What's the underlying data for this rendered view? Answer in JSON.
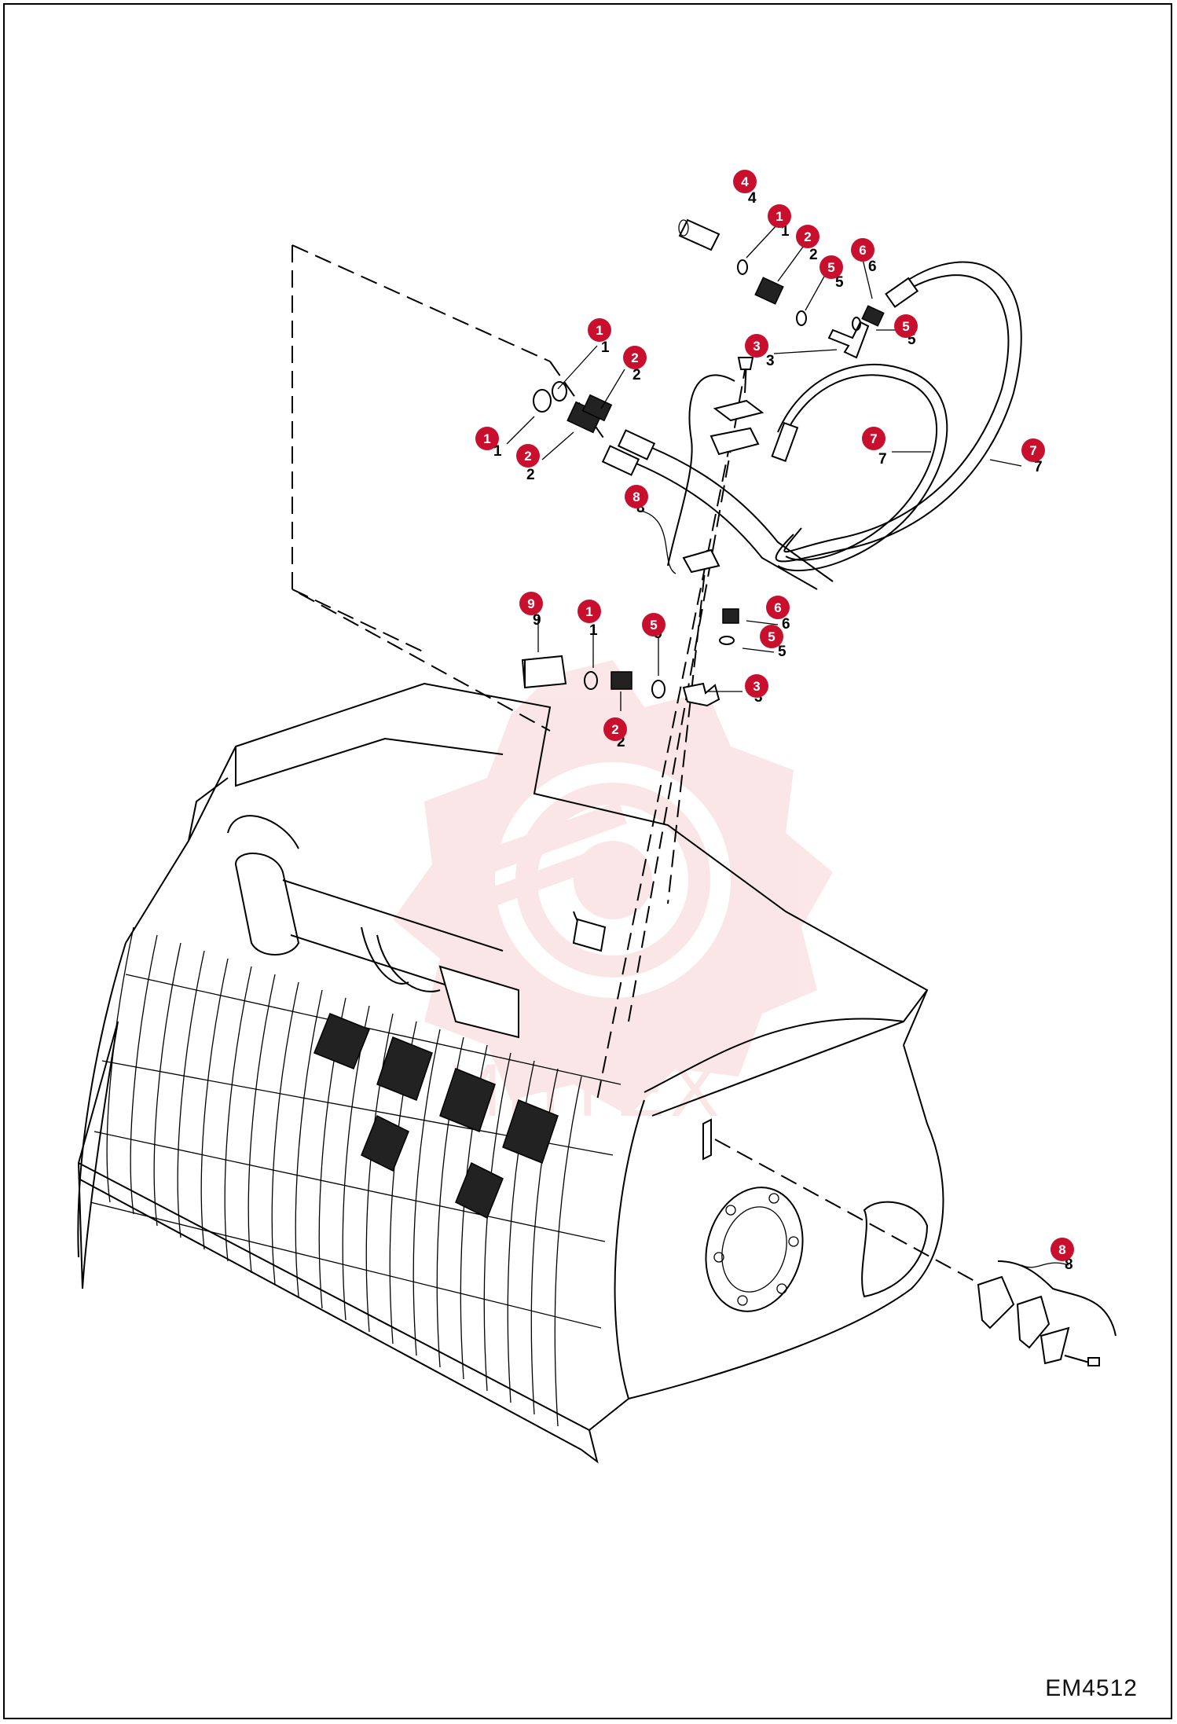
{
  "drawing_code": "EM4512",
  "watermark_text": "ИНТЕХ",
  "colors": {
    "callout_fill": "#c8102e",
    "callout_text": "#ffffff",
    "line": "#000000",
    "watermark": "#f3b9b9"
  },
  "callouts": [
    {
      "id": "c4a",
      "label": "4"
    },
    {
      "id": "c1a",
      "label": "1"
    },
    {
      "id": "c2a",
      "label": "2"
    },
    {
      "id": "c5a",
      "label": "5"
    },
    {
      "id": "c6a",
      "label": "6"
    },
    {
      "id": "c5b",
      "label": "5"
    },
    {
      "id": "c1b",
      "label": "1"
    },
    {
      "id": "c2b",
      "label": "2"
    },
    {
      "id": "c3a",
      "label": "3"
    },
    {
      "id": "c1c",
      "label": "1"
    },
    {
      "id": "c2c",
      "label": "2"
    },
    {
      "id": "c7a",
      "label": "7"
    },
    {
      "id": "c7b",
      "label": "7"
    },
    {
      "id": "c8a",
      "label": "8"
    },
    {
      "id": "c9a",
      "label": "9"
    },
    {
      "id": "c1d",
      "label": "1"
    },
    {
      "id": "c5c",
      "label": "5"
    },
    {
      "id": "c6b",
      "label": "6"
    },
    {
      "id": "c5d",
      "label": "5"
    },
    {
      "id": "c3b",
      "label": "3"
    },
    {
      "id": "c2d",
      "label": "2"
    },
    {
      "id": "c8b",
      "label": "8"
    }
  ]
}
